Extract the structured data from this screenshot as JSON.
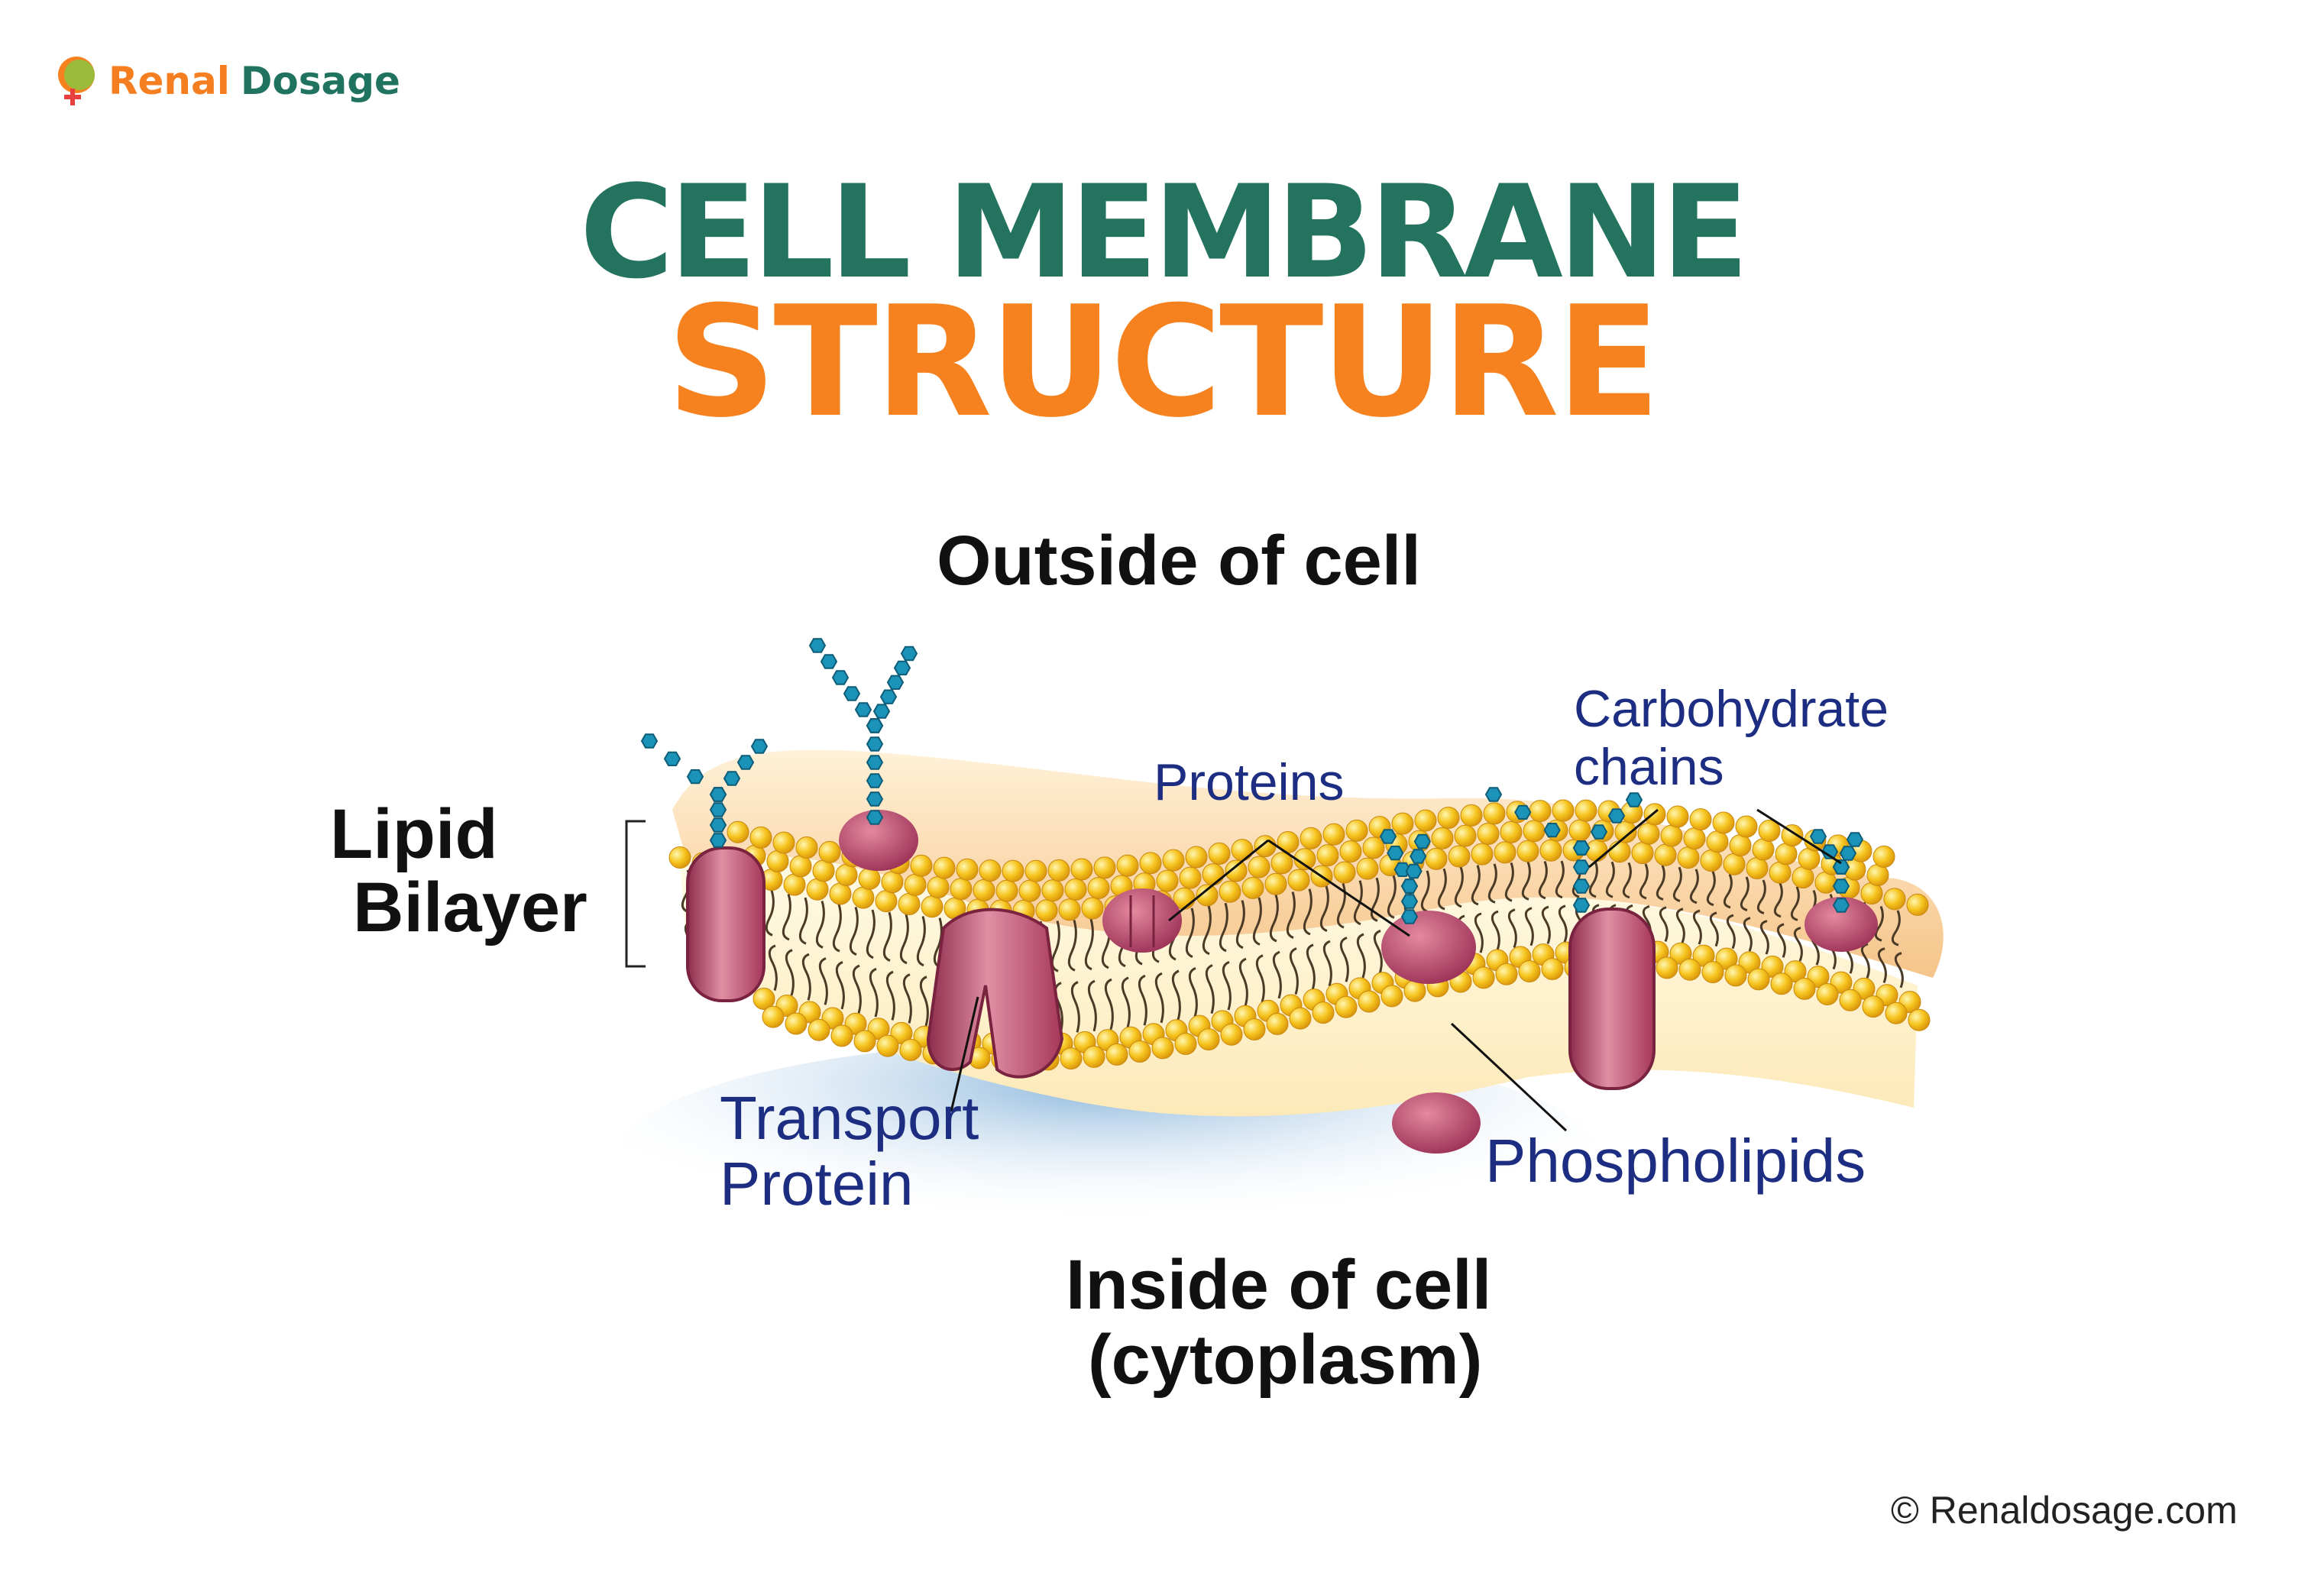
{
  "logo": {
    "brand_part1": "Renal",
    "brand_part2": "Dosage"
  },
  "title": {
    "line1": "CELL MEMBRANE",
    "line2": "STRUCTURE"
  },
  "labels": {
    "outside": "Outside of cell",
    "lipid_line1": "Lipid",
    "lipid_line2": "Bilayer",
    "proteins": "Proteins",
    "carbohydrate_line1": "Carbohydrate",
    "carbohydrate_line2": "chains",
    "transport_line1": "Transport",
    "transport_line2": "Protein",
    "phospholipids": "Phospholipids",
    "inside_line1": "Inside of cell",
    "inside_line2": "(cytoplasm)"
  },
  "footer": {
    "copyright": "© Renaldosage.com"
  },
  "colors": {
    "title_green": "#23735f",
    "title_orange": "#f5821f",
    "label_blue": "#1d2e82",
    "lipid_head": "#f2bb1c",
    "protein": "#b8496a",
    "carbohydrate": "#1b93b8"
  }
}
